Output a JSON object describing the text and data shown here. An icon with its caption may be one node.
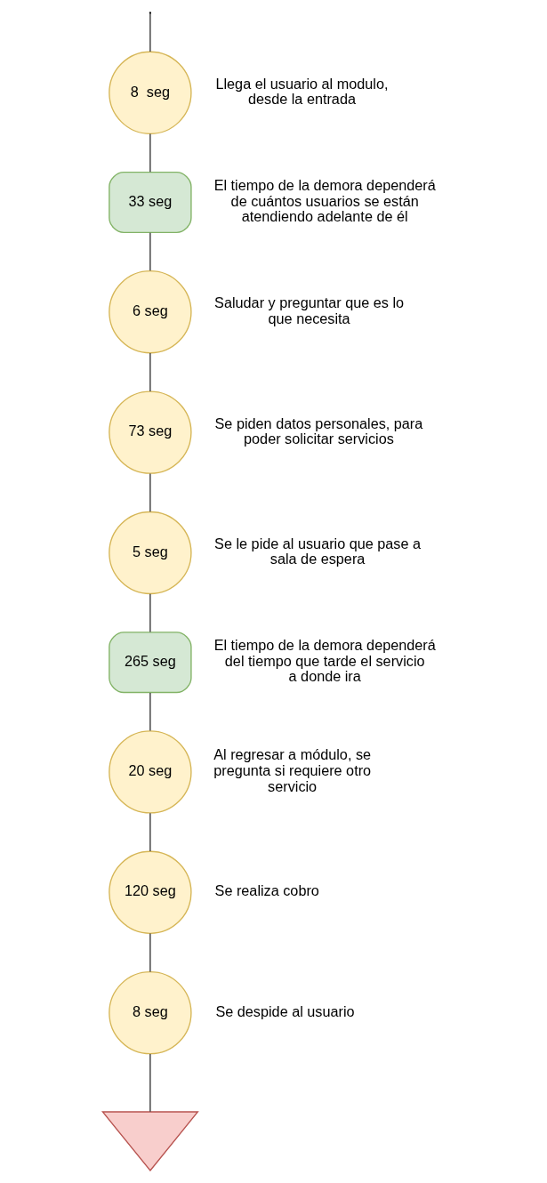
{
  "diagram": {
    "nodes": [
      {
        "text": [
          "8  seg"
        ],
        "beside": [
          "Llega el usuario al modulo, desde la entrada"
        ]
      },
      {
        "text": [
          "33 seg"
        ],
        "beside": [
          "El tiempo de la demora dependerá de cuántos usuarios se están atendiendo adelante de él"
        ]
      },
      {
        "text": [
          "6 seg"
        ],
        "beside": [
          "Saludar y preguntar que es lo que necesita"
        ]
      },
      {
        "text": [
          "73 seg"
        ],
        "beside": [
          "Se piden datos personales, para poder solicitar servicios"
        ]
      },
      {
        "text": [
          "5 seg"
        ],
        "beside": [
          "Se le pide al usuario que pase a sala de espera"
        ]
      },
      {
        "text": [
          "265 seg"
        ],
        "beside": [
          "El tiempo de la demora dependerá del tiempo que tarde el servicio a donde ira"
        ]
      },
      {
        "text": [
          "20 seg"
        ],
        "beside": [
          "Al regresar a módulo, se pregunta si requiere otro servicio"
        ]
      },
      {
        "text": [
          "120 seg"
        ],
        "beside": [
          "Se realiza cobro"
        ]
      },
      {
        "text": [
          "8 seg"
        ],
        "beside": [
          "Se despide al usuario"
        ]
      },
      {
        "text": [],
        "shape": "triangle"
      }
    ],
    "edges": [
      {
        "from": null,
        "to": 0,
        "arrow": "none"
      },
      {
        "from": 0,
        "to": 1,
        "arrow": "none"
      },
      {
        "from": 1,
        "to": 2,
        "arrow": "none"
      },
      {
        "from": 2,
        "to": 3,
        "arrow": "none"
      },
      {
        "from": 3,
        "to": 4,
        "arrow": "none"
      },
      {
        "from": 4,
        "to": 5,
        "arrow": "none"
      },
      {
        "from": 5,
        "to": 6,
        "arrow": "none"
      },
      {
        "from": 6,
        "to": 7,
        "arrow": "none"
      },
      {
        "from": 7,
        "to": 8,
        "arrow": "none"
      },
      {
        "from": 8,
        "to": 9,
        "arrow": "none"
      }
    ]
  }
}
